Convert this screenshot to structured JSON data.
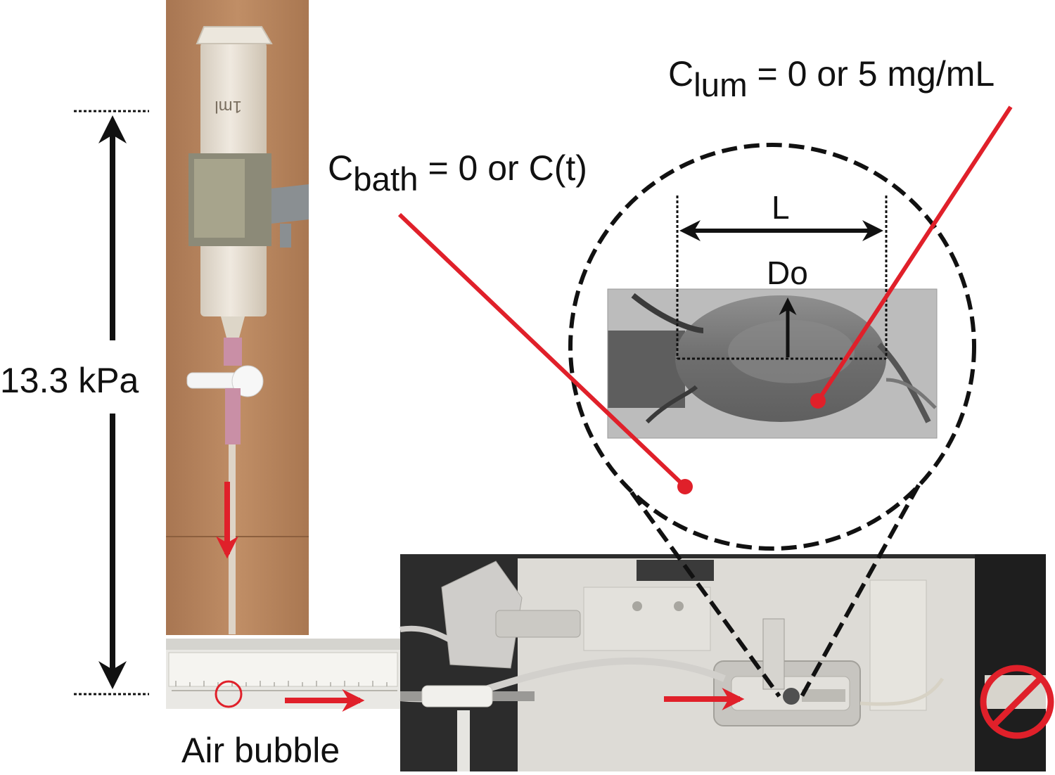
{
  "labels": {
    "pressure": "13.3 kPa",
    "air_bubble": "Air bubble",
    "c_bath_symbol": "C",
    "c_bath_subscript": "bath",
    "c_bath_value": " = 0 or C(t)",
    "c_lum_symbol": "C",
    "c_lum_subscript": "lum",
    "c_lum_value": " = 0 or 5 mg/mL",
    "length": "L",
    "outer_diameter": "Do"
  },
  "colors": {
    "annotation_red": "#e0202a",
    "annotation_black": "#111111",
    "wood_background": "#b8835a",
    "syringe_plastic": "#e8e2d6",
    "device_body": "#dddbd6",
    "micrograph_gray": "#9a9a9a"
  },
  "icons": {
    "no_entry": "no-entry-icon"
  }
}
